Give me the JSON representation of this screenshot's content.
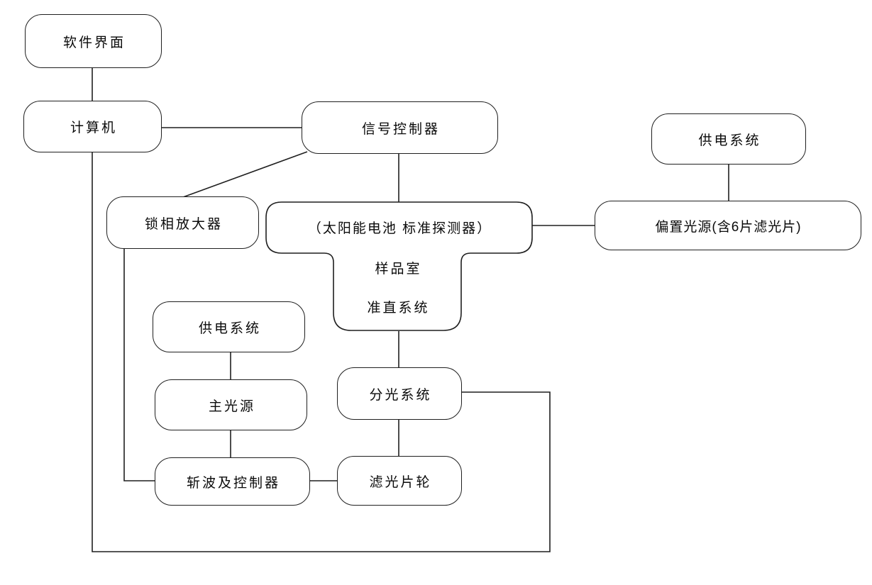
{
  "diagram": {
    "background_color": "#ffffff",
    "line_color": "#1f1f1f",
    "text_color": "#0a0a0a",
    "nodes": {
      "software_ui": "软件界面",
      "computer": "计算机",
      "signal_controller": "信号控制器",
      "power_supply_top_right": "供电系统",
      "lock_in_amplifier": "锁相放大器",
      "bias_light_source": "偏置光源(含6片滤光片)",
      "sample_chamber_line1": "（太阳能电池  标准探测器）",
      "sample_chamber_line2": "样品室",
      "sample_chamber_line3": "准直系统",
      "power_supply_left": "供电系统",
      "main_light_source": "主光源",
      "beam_splitting_system": "分光系统",
      "chopper_and_controller": "斩波及控制器",
      "filter_wheel": "滤光片轮"
    }
  }
}
